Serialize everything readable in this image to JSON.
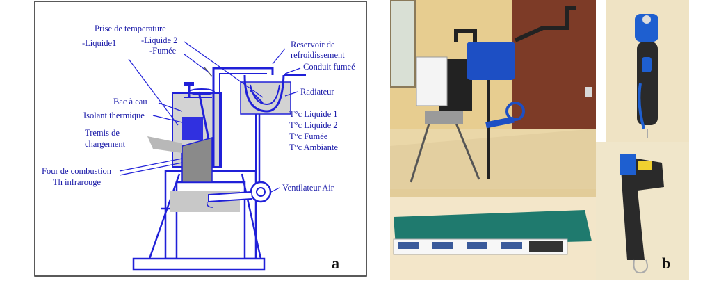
{
  "panel_a": {
    "letter": "a",
    "labels": {
      "prise_temp": "Prise de temperature",
      "liquide1": "-Liquide1",
      "liquide2": "-Liquide 2",
      "fumee": "-Fumée",
      "reservoir_1": "Reservoir de",
      "reservoir_2": "refroidissement",
      "conduit": "Conduit fumeé",
      "radiateur": "Radiateur",
      "bac": "Bac à eau",
      "isolant": "Isolant thermique",
      "tremis_1": "Tremis de",
      "tremis_2": "chargement",
      "four": "Four de combustion",
      "th": "Th infrarouge",
      "t_liq1": "T°c Liquide 1",
      "t_liq2": "T°c Liquide 2",
      "t_fumee": "T°c Fumée",
      "t_amb": "T°c Ambiante",
      "ventilateur": "Ventilateur Air"
    }
  },
  "panel_b": {
    "letter": "b"
  },
  "colors": {
    "ink": "#1a1aa8",
    "line": "#2020d8",
    "gray": "#b9b9b9",
    "wall": "#e3c98c",
    "door": "#7a3a28"
  }
}
